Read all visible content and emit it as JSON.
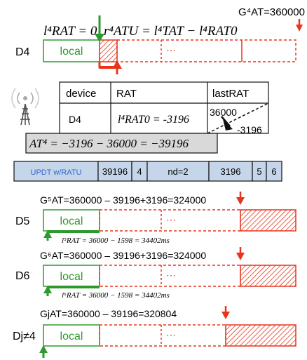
{
  "header": {
    "eq1": "l⁴RAT = 0",
    "eq2": "r⁴ATU = l⁴TAT − l⁴RAT0",
    "g4": "G⁴AT=360000"
  },
  "nodes": {
    "d4": "D4",
    "d5": "D5",
    "d6": "D6",
    "dj": "Dj≠4",
    "local": "local"
  },
  "table": {
    "headers": [
      "device",
      "RAT",
      "lastRAT"
    ],
    "row": {
      "device": "D4",
      "rat": "l⁴RAT0 = -3196",
      "lastrat_top": "36000",
      "lastrat_bottom": "-3196"
    }
  },
  "at_eq": "AT⁴ = −3196 − 36000 = −39196",
  "packet": {
    "label": "UPDT w/RATU",
    "fields": [
      "39196",
      "4",
      "nd=2",
      "3196",
      "5",
      "6"
    ]
  },
  "g5": "G⁵AT=360000 – 39196+3196=324000",
  "l5": "l⁵RAT = 36000 − 1598 = 34402ms",
  "g6": "G⁶AT=360000 – 39196+3196=324000",
  "l6": "l⁶RAT = 36000 − 1598 = 34402ms",
  "gj": "GjAT=360000 – 39196=320804",
  "colors": {
    "green": "#2e9a2e",
    "red": "#e8341c",
    "packet_fill": "#c5d6ea",
    "at_fill": "#d9d9d9"
  }
}
